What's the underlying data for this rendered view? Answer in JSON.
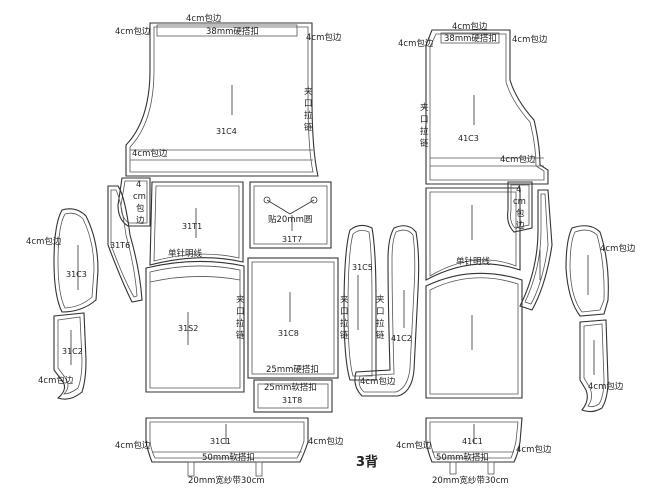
{
  "title": "3背",
  "pieces": {
    "c4": "31C4",
    "c3": "41C3",
    "t1": "31T1",
    "t7": "31T7",
    "t6": "31T6",
    "s2": "31S2",
    "c8": "31C8",
    "t8": "31T8",
    "c3l": "31C3",
    "c2": "31C2",
    "c5": "31C5",
    "c2r": "41C2",
    "c1": "31C1",
    "c1r": "41C1"
  },
  "labels": {
    "binding": "4cm包边",
    "binding_vertical": [
      "4",
      "cm",
      "包",
      "边"
    ],
    "hard_velcro_38": "38mm硬搭扣",
    "hard_velcro_25": "25mm硬搭扣",
    "soft_velcro_25": "25mm软搭扣",
    "soft_velcro_50": "50mm软搭扣",
    "pocket_zip": [
      "夹",
      "口",
      "拉",
      "链"
    ],
    "single_stitch": "单针明线",
    "stick_20": "贴20mm圆",
    "mesh_tape": "20mm宽纱带30cm"
  }
}
